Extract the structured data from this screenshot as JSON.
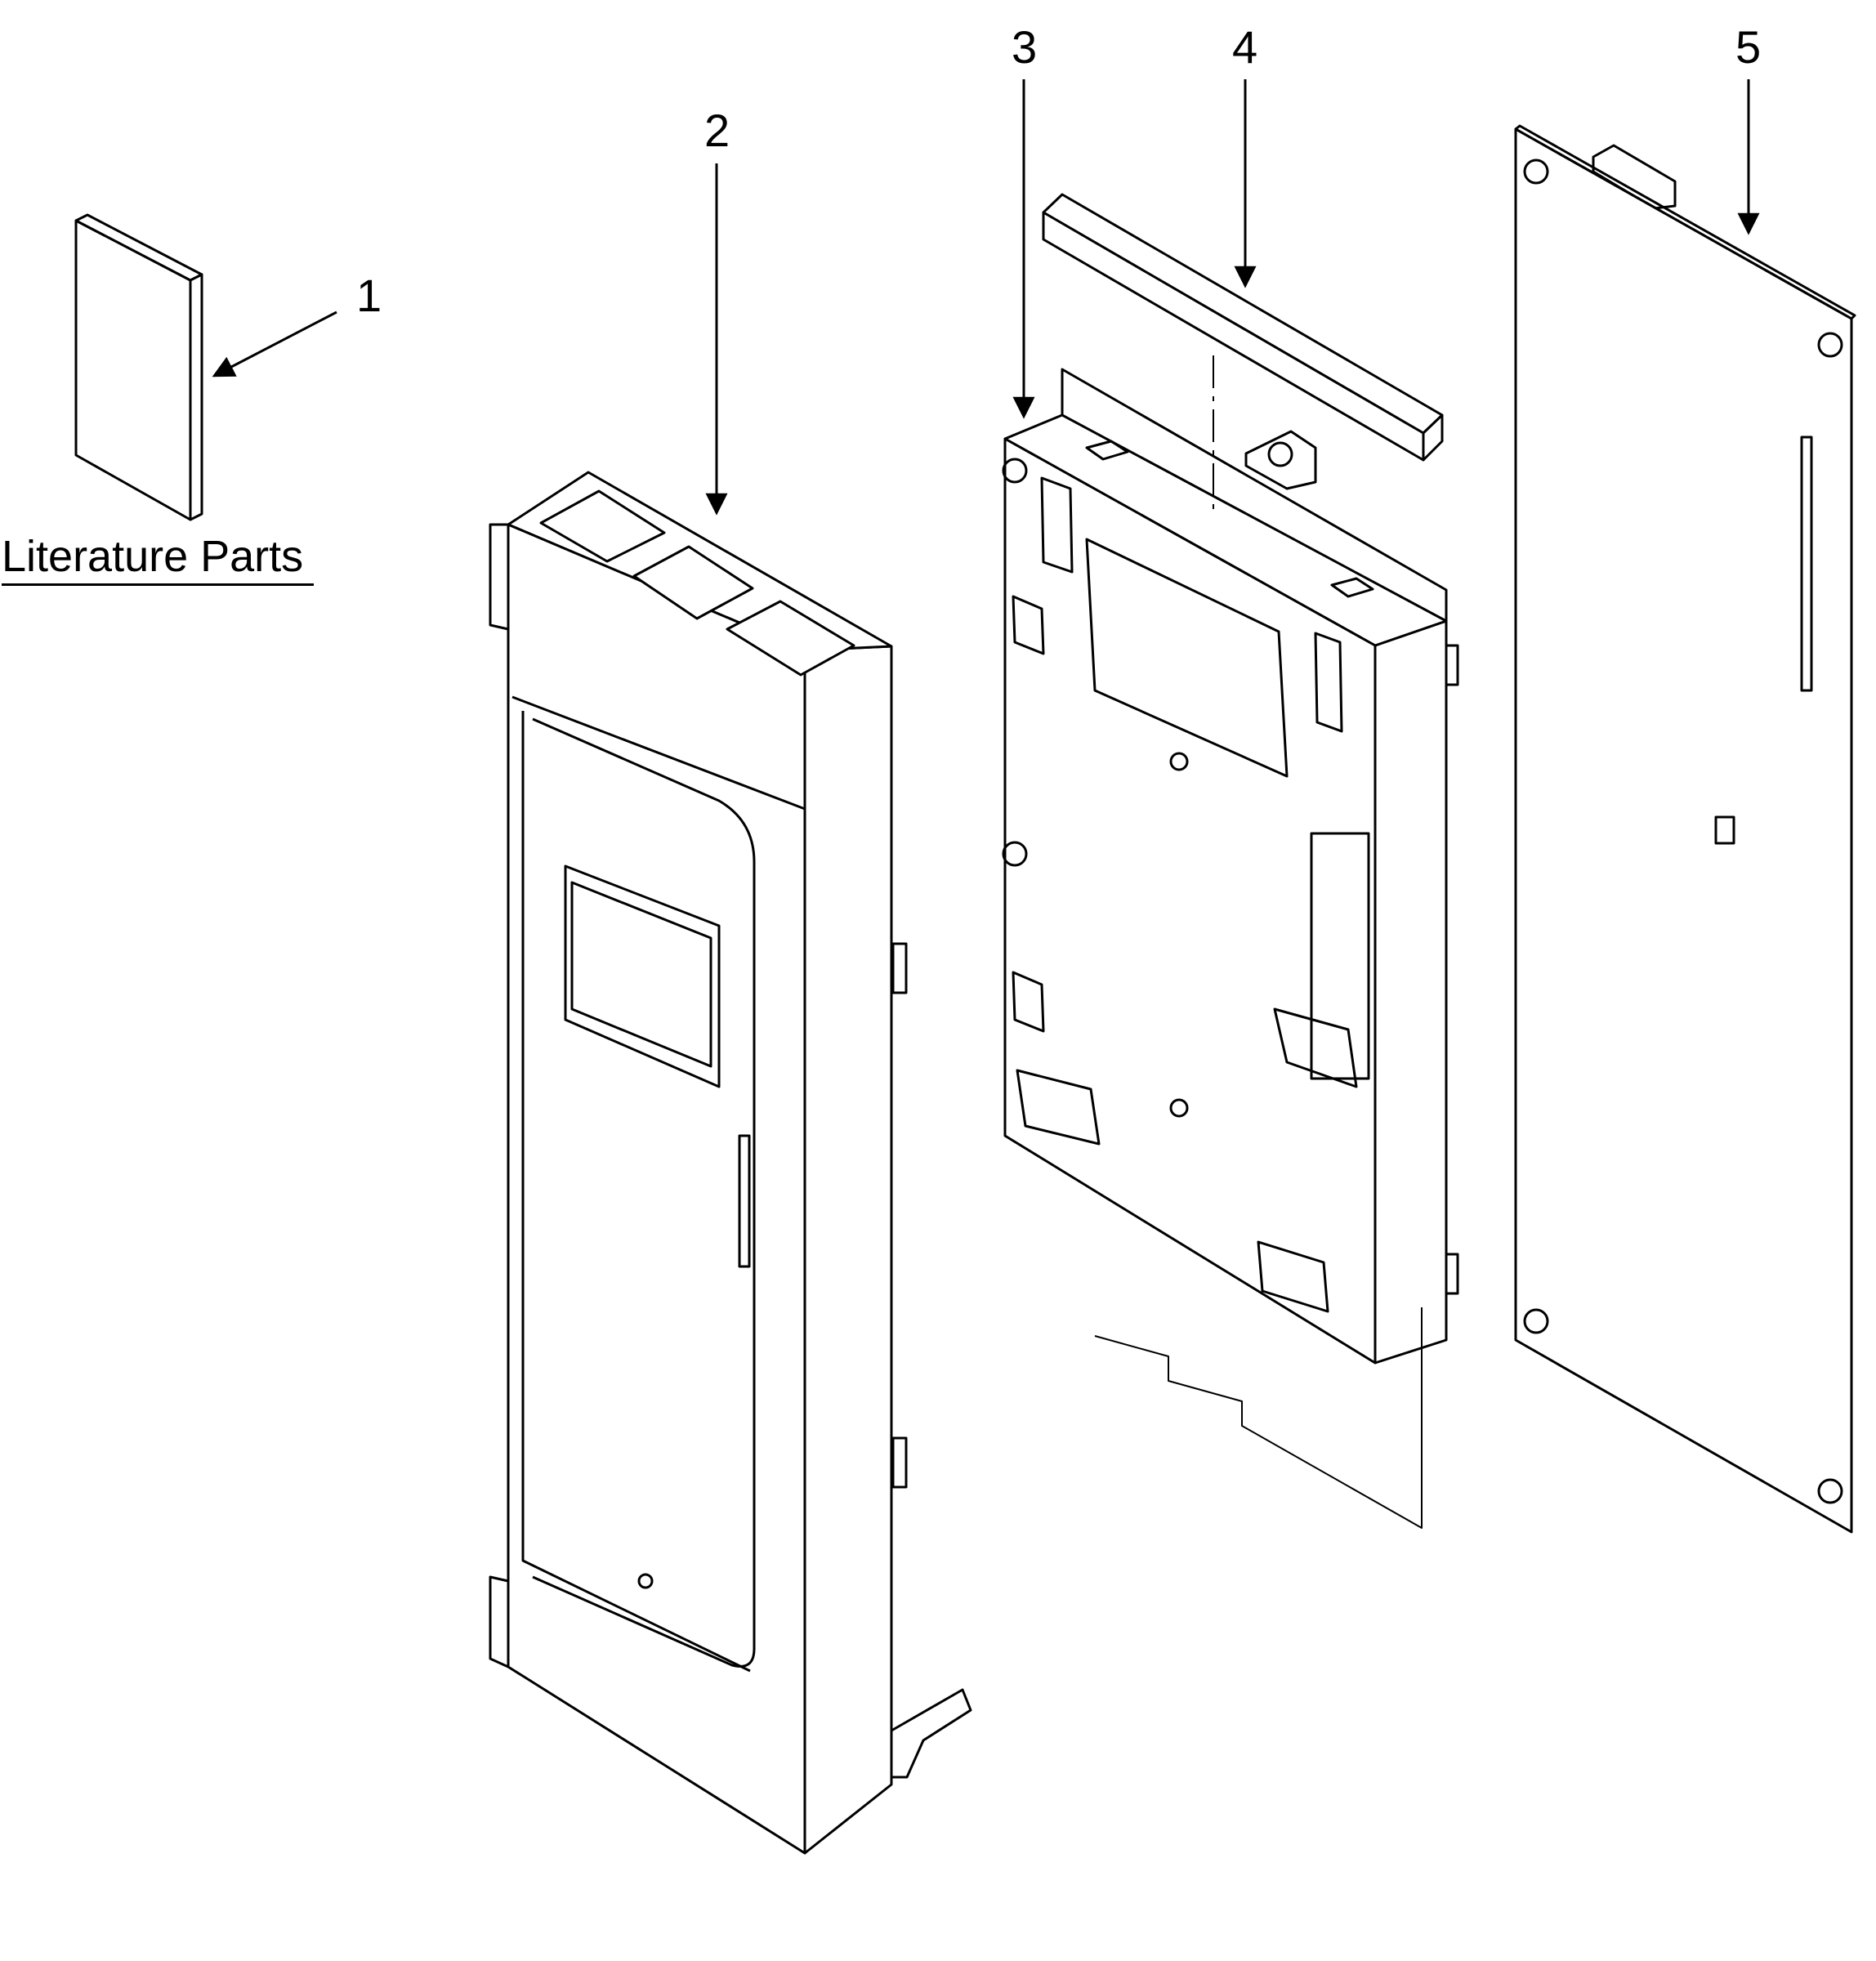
{
  "callouts": {
    "c1": "1",
    "c2": "2",
    "c3": "3",
    "c4": "4",
    "c5": "5"
  },
  "section_label": "Literature Parts",
  "colors": {
    "line": "#000000",
    "background": "#ffffff",
    "fill": "#ffffff"
  }
}
